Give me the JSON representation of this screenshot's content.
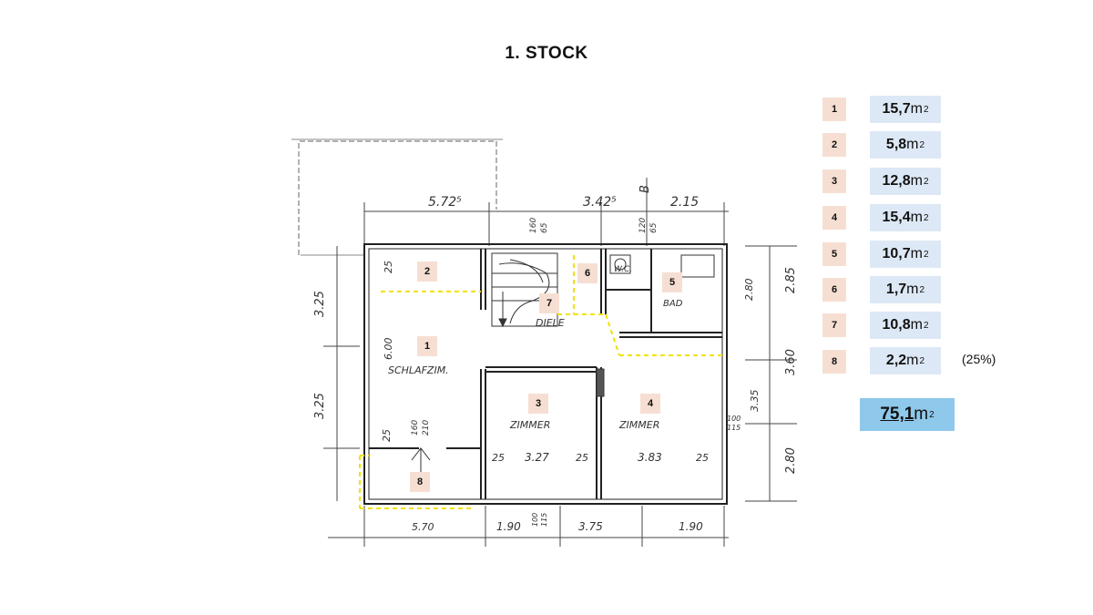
{
  "title": "1. STOCK",
  "plan": {
    "room_labels": {
      "schlafzimmer": "SCHLAFZIM.",
      "diele": "DIELE",
      "zimmer_left": "ZIMMER",
      "zimmer_right": "ZIMMER",
      "wc": "W.C.",
      "bad": "BAD"
    },
    "dimensions": {
      "top_1": "5.72⁵",
      "top_2": "3.42⁵",
      "top_3": "2.15",
      "marker_b": "B",
      "stair_a": "160",
      "stair_b": "65",
      "stair_c": "120",
      "stair_d": "65",
      "left_1": "3.25",
      "left_2": "3.25",
      "inner_600": "6.00",
      "wall_25_a": "25",
      "wall_25_b": "25",
      "door_160": "160",
      "door_210": "210",
      "mid_25_a": "25",
      "mid_327": "3.27",
      "mid_25_b": "25",
      "mid_383": "3.83",
      "mid_25_c": "25",
      "bot_190_a": "1.90",
      "bot_375": "3.75",
      "bot_190_b": "1.90",
      "bot_570": "5.70",
      "bot_small_a": "100",
      "bot_small_b": "115",
      "right_280": "2.80",
      "right_360": "3.60",
      "right_335": "3.35",
      "right_280b": "2.80",
      "right_100": "100",
      "right_115": "115",
      "right_far": "2.85"
    },
    "markers": [
      "1",
      "2",
      "3",
      "4",
      "5",
      "6",
      "7",
      "8"
    ]
  },
  "legend": [
    {
      "num": "1",
      "area": "15,7",
      "unit": "m",
      "exp": "2"
    },
    {
      "num": "2",
      "area": "5,8",
      "unit": "m",
      "exp": "2"
    },
    {
      "num": "3",
      "area": "12,8",
      "unit": "m",
      "exp": "2"
    },
    {
      "num": "4",
      "area": "15,4",
      "unit": "m",
      "exp": "2"
    },
    {
      "num": "5",
      "area": "10,7",
      "unit": "m",
      "exp": "2"
    },
    {
      "num": "6",
      "area": "1,7",
      "unit": "m",
      "exp": "2"
    },
    {
      "num": "7",
      "area": "10,8",
      "unit": "m",
      "exp": "2"
    },
    {
      "num": "8",
      "area": "2,2",
      "unit": "m",
      "exp": "2"
    }
  ],
  "note": "(25%)",
  "total": {
    "area": "75,1",
    "unit": "m",
    "exp": "2"
  },
  "colors": {
    "marker_bg": "#f6dfd2",
    "area_bg": "#dde8f6",
    "total_bg": "#8ec8ea",
    "dashed_outline": "#f2e200"
  }
}
